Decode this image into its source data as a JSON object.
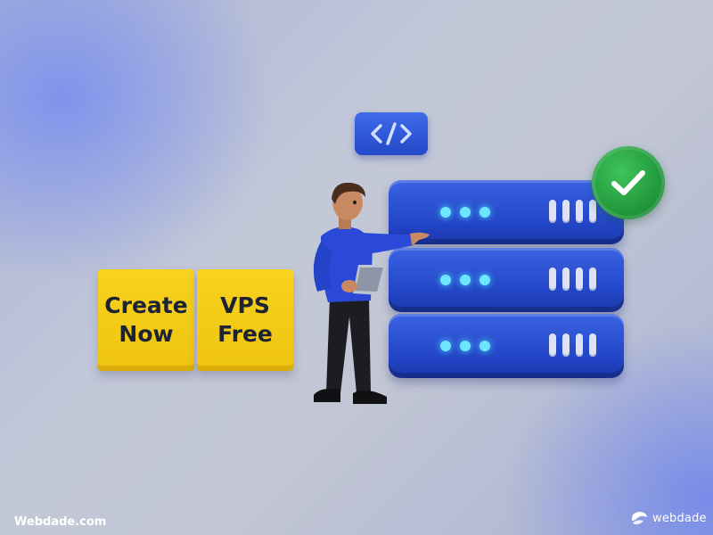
{
  "promo": {
    "left_block_text": "Create\nNow",
    "right_block_text": "VPS\nFree"
  },
  "illustration": {
    "code_icon": "code-brackets-icon",
    "check_icon": "checkmark-icon",
    "server_units": 3,
    "colors": {
      "server_blue": "#2a4fd4",
      "led_cyan": "#6fe6ff",
      "block_yellow": "#f3cb14",
      "check_green": "#22a03e"
    }
  },
  "footer": {
    "site_text": "Webdade.com",
    "brand_name": "webdade",
    "brand_icon": "webdade-logo-icon"
  }
}
